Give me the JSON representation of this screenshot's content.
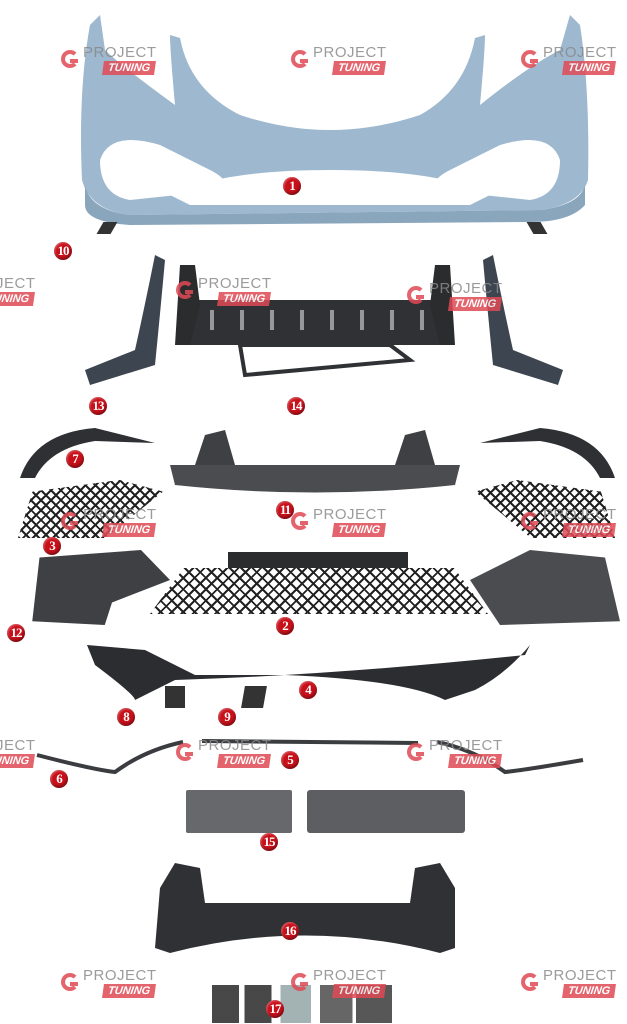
{
  "watermark": {
    "brand_top": "PROJECT",
    "brand_bottom": "TUNING",
    "color": "#e04a55"
  },
  "marker_color": "#c8101a",
  "parts": [
    {
      "number": "1",
      "name": "front-bumper-shell"
    },
    {
      "number": "2",
      "name": "center-lower-grille"
    },
    {
      "number": "3",
      "name": "side-mesh-grille"
    },
    {
      "number": "4",
      "name": "lower-diffuser-lip"
    },
    {
      "number": "5",
      "name": "center-chrome-trim"
    },
    {
      "number": "6",
      "name": "side-chrome-trim"
    },
    {
      "number": "7",
      "name": "upper-side-trim"
    },
    {
      "number": "8",
      "name": "small-bracket"
    },
    {
      "number": "9",
      "name": "small-cover"
    },
    {
      "number": "10",
      "name": "tow-hook-cover"
    },
    {
      "number": "11",
      "name": "lower-support-panel"
    },
    {
      "number": "12",
      "name": "side-air-duct"
    },
    {
      "number": "13",
      "name": "side-bracket"
    },
    {
      "number": "14",
      "name": "bumper-reinforcement-frame"
    },
    {
      "number": "15",
      "name": "license-plate-holder"
    },
    {
      "number": "16",
      "name": "foam-absorber"
    },
    {
      "number": "17",
      "name": "mounting-hardware-kit"
    }
  ]
}
